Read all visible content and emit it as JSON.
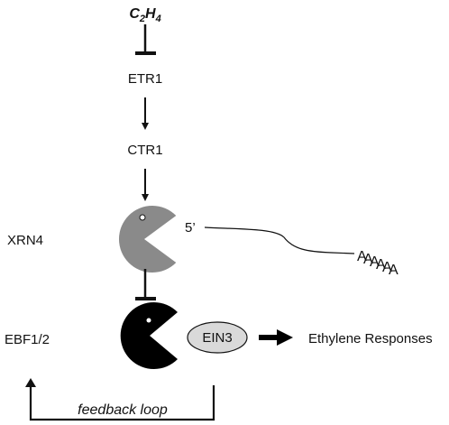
{
  "nodes": {
    "ethylene": {
      "base": "C",
      "sub1": "2",
      "mid": "H",
      "sub2": "4"
    },
    "etr1": "ETR1",
    "ctr1": "CTR1",
    "xrn4": "XRN4",
    "ebf": "EBF1/2",
    "ein3": "EIN3",
    "responses": "Ethylene Responses",
    "feedback": "feedback loop"
  },
  "mrna": {
    "five_prime": "5’",
    "poly_a": [
      "A",
      "A",
      "A",
      "A",
      "A",
      "A"
    ]
  },
  "colors": {
    "line": "#111111",
    "xrn4_pacman": "#8a8a8a",
    "ebf_pacman": "#000000",
    "ein3_fill": "#d9d9d9"
  },
  "icons": {
    "xrn4": "pacman-icon",
    "ebf": "pacman-icon",
    "ein3": "ellipse-shape"
  }
}
